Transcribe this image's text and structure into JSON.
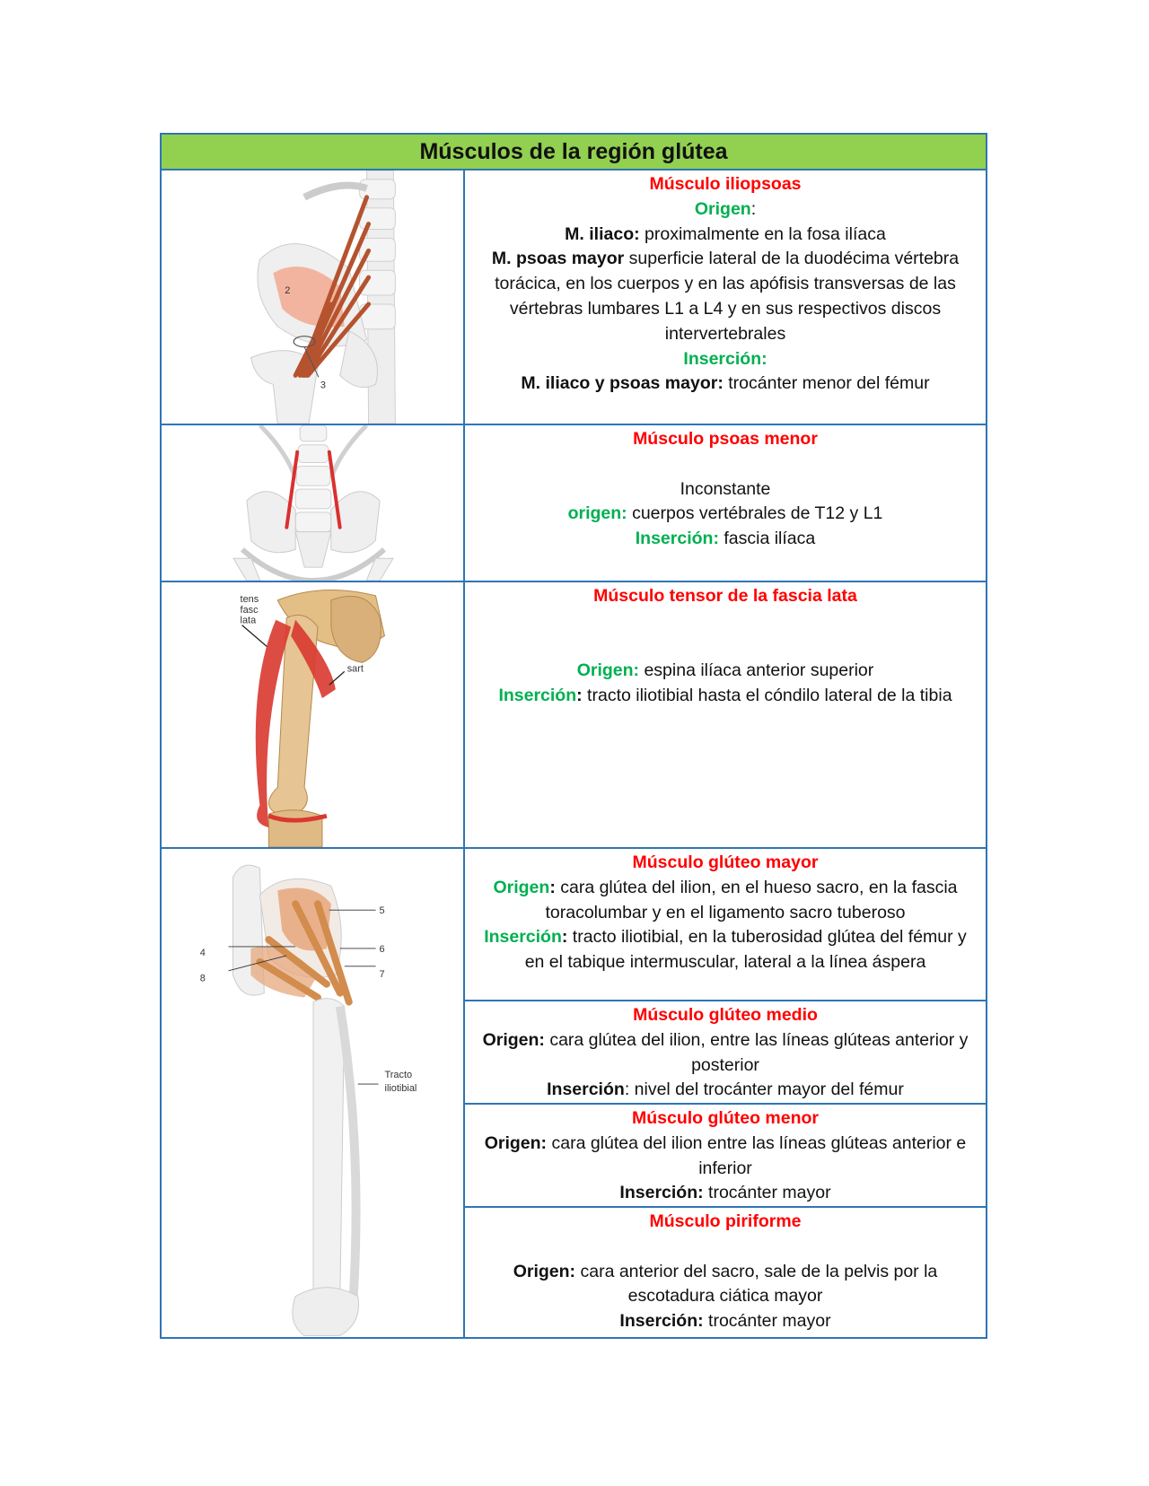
{
  "title": "Músculos de la región glútea",
  "iliopsoas": {
    "name": "Músculo iliopsoas",
    "origin_label": "Origen",
    "origin_colon": ":",
    "iliaco_label": "M. iliaco:",
    "iliaco_text": " proximalmente en la fosa ilíaca",
    "psoas_label": "M. psoas mayor",
    "psoas_text": " superficie lateral de la duodécima vértebra torácica, en los cuerpos y en las apófisis transversas de las vértebras lumbares L1 a L4 y en sus respectivos discos intervertebrales",
    "insertion_label": "Inserción:",
    "insertion_bold": "M. iliaco y psoas mayor:",
    "insertion_text": " trocánter menor del fémur",
    "figure_label_3": "3",
    "figure_label_2": "2"
  },
  "psoas_menor": {
    "name": "Músculo psoas menor",
    "note": "Inconstante",
    "origin_label": "origen:",
    "origin_text": " cuerpos vertébrales de T12 y L1",
    "insertion_label": "Inserción:",
    "insertion_text": " fascia ilíaca"
  },
  "tensor": {
    "name": "Músculo tensor de la fascia lata",
    "origin_label": "Origen:",
    "origin_text": " espina ilíaca anterior superior",
    "insertion_label": "Inserción",
    "insertion_colon": ":",
    "insertion_text": " tracto iliotibial hasta el cóndilo lateral de la tibia",
    "fig_label_1": "tens",
    "fig_label_2": "fasc",
    "fig_label_3": "lata",
    "fig_label_4": "sart"
  },
  "gluteo_mayor": {
    "name": "Músculo glúteo mayor",
    "origin_label": "Origen",
    "origin_colon": ":",
    "origin_text": " cara glútea del ilion, en el hueso sacro, en la fascia toracolumbar y en el ligamento sacro tuberoso",
    "insertion_label": "Inserción",
    "insertion_colon": ":",
    "insertion_text": " tracto iliotibial, en la tuberosidad glútea del fémur y en el tabique intermuscular, lateral a la línea áspera"
  },
  "gluteo_medio": {
    "name": "Músculo glúteo medio",
    "origin_label": "Origen:",
    "origin_text": " cara glútea del ilion, entre las líneas glúteas anterior y posterior",
    "insertion_label": "Inserción",
    "insertion_text": ": nivel del trocánter mayor del fémur"
  },
  "gluteo_menor": {
    "name": "Músculo glúteo menor",
    "origin_label": "Origen:",
    "origin_text": " cara glútea del ilion entre las líneas glúteas anterior e inferior",
    "insertion_label": "Inserción:",
    "insertion_text": " trocánter mayor"
  },
  "piriforme": {
    "name": "Músculo piriforme",
    "origin_label": "Origen:",
    "origin_text": " cara anterior del sacro, sale de la pelvis por la escotadura ciática mayor",
    "insertion_label": "Inserción:",
    "insertion_text": " trocánter mayor"
  },
  "gluteal_figure": {
    "label_5": "5",
    "label_6": "6",
    "label_7": "7",
    "label_4": "4",
    "label_8": "8",
    "label_tracto_1": "Tracto",
    "label_tracto_2": "iliotibial"
  },
  "colors": {
    "border": "#2e75b6",
    "title_bg": "#92d050",
    "muscle_name": "#ff0000",
    "label_green": "#00b050"
  }
}
